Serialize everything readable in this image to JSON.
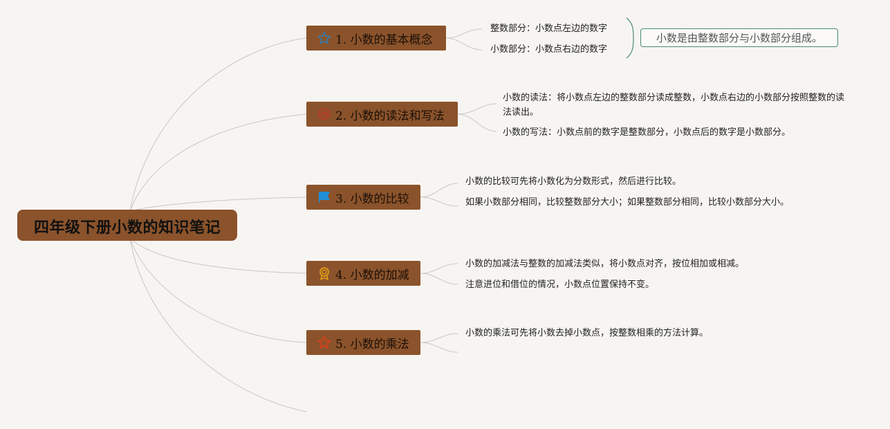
{
  "root": {
    "title": "四年级下册小数的知识笔记"
  },
  "topics": [
    {
      "label": "1. 小数的基本概念",
      "icon": "star-outline-icon",
      "icon_color": "#2f7fb6",
      "items": [
        "整数部分：小数点左边的数字",
        "小数部分：小数点右边的数字"
      ],
      "summary": "小数是由整数部分与小数部分组成。"
    },
    {
      "label": "2. 小数的读法和写法",
      "icon": "crown-icon",
      "icon_color": "#c0392b",
      "items": [
        "小数的读法：将小数点左边的整数部分读成整数，小数点右边的小数部分按照整数的读法读出。",
        "小数的写法：小数点前的数字是整数部分，小数点后的数字是小数部分。"
      ]
    },
    {
      "label": "3. 小数的比较",
      "icon": "flag-icon",
      "icon_color": "#1f8fd8",
      "items": [
        "小数的比较可先将小数化为分数形式，然后进行比较。",
        "如果小数部分相同，比较整数部分大小；如果整数部分相同，比较小数部分大小。"
      ]
    },
    {
      "label": "4. 小数的加减",
      "icon": "award-medal-icon",
      "icon_color": "#e8a317",
      "items": [
        "小数的加减法与整数的加减法类似，将小数点对齐，按位相加或相减。",
        "注意进位和借位的情况，小数点位置保持不变。"
      ]
    },
    {
      "label": "5. 小数的乘法",
      "icon": "star-outline-icon",
      "icon_color": "#d9401c",
      "items": [
        "小数的乘法可先将小数去掉小数点，按整数相乘的方法计算。"
      ]
    }
  ],
  "colors": {
    "node_fill": "#8b532b",
    "connector": "#c9c6c2",
    "summary_border": "#4a8a6e",
    "background": "#f7f5f2"
  }
}
